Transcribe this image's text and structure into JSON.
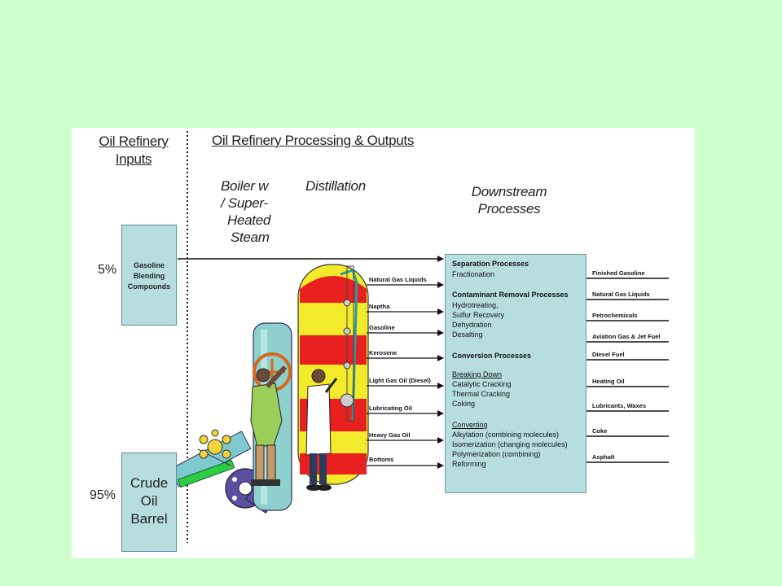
{
  "headers": {
    "inputs": "Oil Refinery\nInputs",
    "inputs_line1": "Oil Refinery",
    "inputs_line2": "Inputs",
    "processing": "Oil Refinery Processing & Outputs"
  },
  "stages": {
    "boiler_line1": "Boiler w",
    "boiler_line2": "/ Super-",
    "boiler_line3": "Heated",
    "boiler_line4": "Steam",
    "distillation": "Distillation",
    "downstream_line1": "Downstream",
    "downstream_line2": "Processes"
  },
  "inputs": {
    "blending_percent": "5%",
    "blending_line1": "Gasoline",
    "blending_line2": "Blending",
    "blending_line3": "Compounds",
    "crude_percent": "95%",
    "crude_line1": "Crude",
    "crude_line2": "Oil",
    "crude_line3": "Barrel"
  },
  "distillation_streams": [
    "Natural Gas Liquids",
    "Naptha",
    "Gasoline",
    "Kerosene",
    "Light Gas Oil (Diesel)",
    "Lubricating Oil",
    "Heavy Gas Oil",
    "Bottoms"
  ],
  "downstream_processes": [
    {
      "text": "Separation Processes",
      "style": "bold"
    },
    {
      "text": "Fractionation",
      "style": "normal"
    },
    {
      "text": "Contaminant Removal Processes",
      "style": "bold"
    },
    {
      "text": "Hydrotreating,",
      "style": "normal"
    },
    {
      "text": "Sulfur Recovery",
      "style": "normal"
    },
    {
      "text": "Dehydration",
      "style": "normal"
    },
    {
      "text": "Desalting",
      "style": "normal"
    },
    {
      "text": "Conversion Processes",
      "style": "bold"
    },
    {
      "text": "Breaking Down",
      "style": "underline"
    },
    {
      "text": "Catalytic Cracking",
      "style": "normal"
    },
    {
      "text": "Thermal Cracking",
      "style": "normal"
    },
    {
      "text": "Coking",
      "style": "normal"
    },
    {
      "text": "Converting",
      "style": "underline"
    },
    {
      "text": "Alkylation (combining molecules)",
      "style": "normal"
    },
    {
      "text": "Isomerization (changing molecules)",
      "style": "normal"
    },
    {
      "text": "Polymerization (combining)",
      "style": "normal"
    },
    {
      "text": "Reforming",
      "style": "normal"
    }
  ],
  "outputs": [
    "Finished Gasoline",
    "Natural Gas Liquids",
    "Petrochemicals",
    "Aviation Gas & Jet Fuel",
    "Diesel Fuel",
    "Heating Oil",
    "Lubricants, Waxes",
    "Coke",
    "Asphalt"
  ],
  "colors": {
    "background": "#ccffcc",
    "box_fill": "#b7dde0",
    "column_red": "#e82020",
    "column_yellow": "#f2ea2a"
  }
}
